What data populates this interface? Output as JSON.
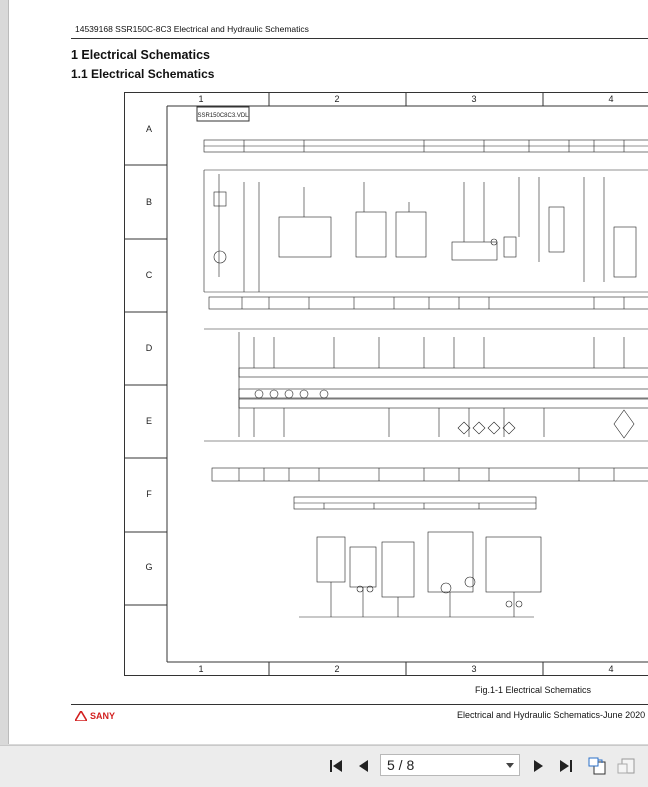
{
  "document": {
    "header": "14539168 SSR150C-8C3 Electrical and Hydraulic Schematics",
    "heading1": "1 Electrical Schematics",
    "heading2": "1.1 Electrical Schematics",
    "caption": "Fig.1-1 Electrical Schematics",
    "footer_brand": "SANY",
    "footer_right": "Electrical and Hydraulic Schematics-June 2020"
  },
  "schematic": {
    "column_labels": [
      "1",
      "2",
      "3",
      "4"
    ],
    "row_labels": [
      "A",
      "B",
      "C",
      "D",
      "E",
      "F",
      "G"
    ],
    "title_block": "SSR150C8C3.VDL",
    "colors": {
      "line": "#222222",
      "frame": "#333333"
    }
  },
  "toolbar": {
    "page_indicator": "5 / 8",
    "icons": [
      "first-page-icon",
      "prev-page-icon",
      "next-page-icon",
      "last-page-icon",
      "rotate-icon",
      "fit-page-icon"
    ]
  }
}
